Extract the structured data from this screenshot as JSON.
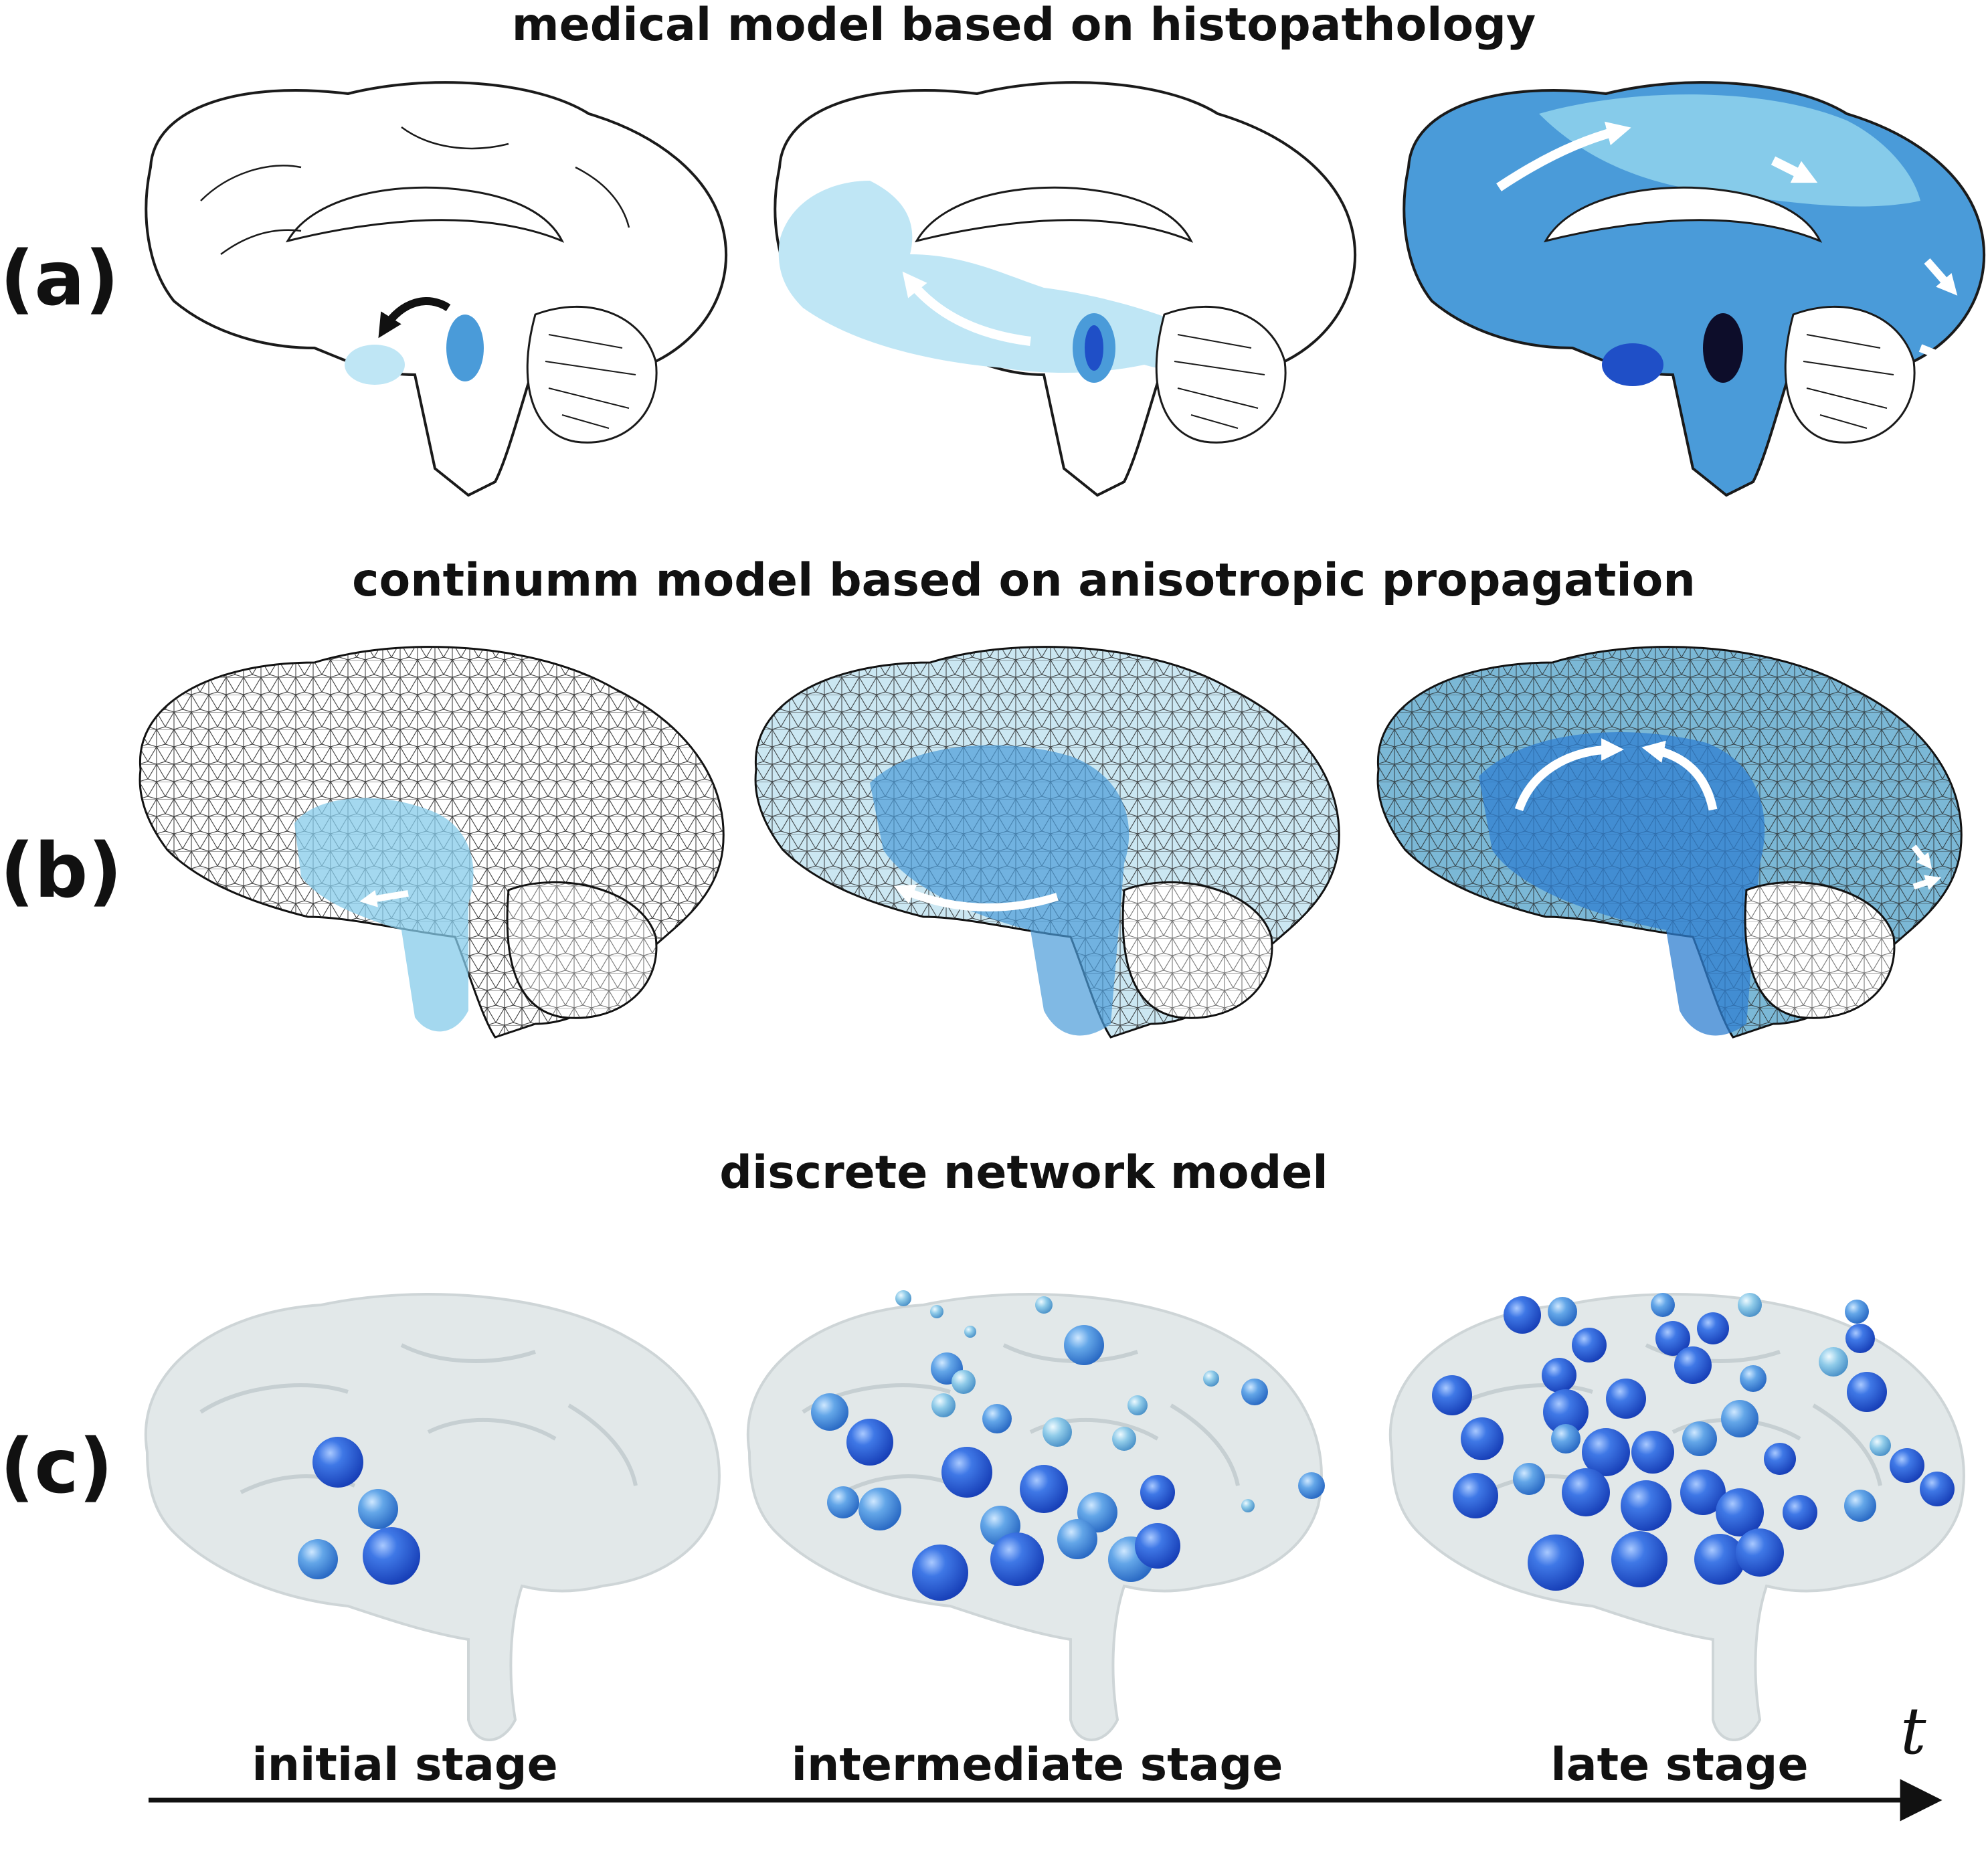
{
  "rows": [
    {
      "label": "(a)",
      "title": "medical model based on histopathology"
    },
    {
      "label": "(b)",
      "title": "continumm model based on anisotropic propagation"
    },
    {
      "label": "(c)",
      "title": "discrete network model"
    }
  ],
  "stages": [
    "initial stage",
    "intermediate stage",
    "late stage"
  ],
  "time_axis": {
    "label": "t"
  },
  "colors": {
    "very_light": "#bfe6f5",
    "light": "#86cbea",
    "medium": "#4a9bd9",
    "dark": "#1f4fc7",
    "darkest": "#0d0d2a",
    "outline": "#1a1a1a",
    "glass": "#dfe6e7"
  }
}
